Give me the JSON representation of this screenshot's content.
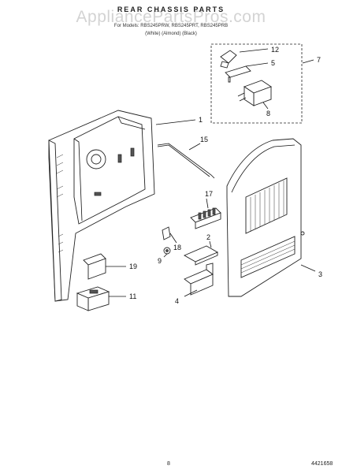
{
  "header": {
    "title": "REAR CHASSIS PARTS",
    "models": "For Models: RBS245PRW, RBS245PRT, RBS245PRB",
    "colors": "(White)      (Almond)      (Black)"
  },
  "watermark": "AppliancePartsPros.com",
  "footer": {
    "page_number": "8",
    "doc_code": "4421658"
  },
  "callouts": [
    "1",
    "2",
    "3",
    "4",
    "5",
    "7",
    "8",
    "9",
    "11",
    "12",
    "15",
    "17",
    "18",
    "19"
  ]
}
